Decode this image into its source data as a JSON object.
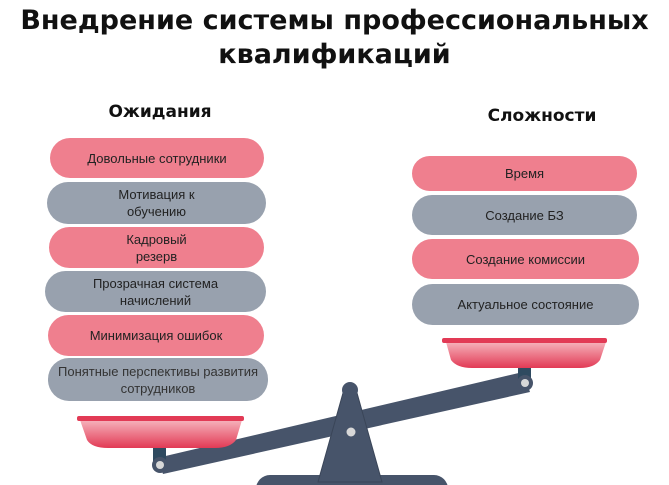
{
  "title": {
    "line1": "Внедрение системы профессиональных",
    "line2": "квалификаций"
  },
  "expectations": {
    "heading": "Ожидания",
    "items": [
      {
        "label": "Довольные сотрудники",
        "color": "#ef7f8e"
      },
      {
        "label": "Мотивация к обучению",
        "color": "#98a1ae"
      },
      {
        "label": "Кадровый резерв",
        "color": "#ef7f8e"
      },
      {
        "label": "Прозрачная система начислений",
        "color": "#98a1ae"
      },
      {
        "label": "Минимизация ошибок",
        "color": "#ef7f8e"
      },
      {
        "label": "Понятные перспективы развития сотрудников",
        "color": "#98a1ae"
      }
    ]
  },
  "difficulties": {
    "heading": "Сложности",
    "items": [
      {
        "label": "Время",
        "color": "#ef7f8e"
      },
      {
        "label": "Создание БЗ",
        "color": "#98a1ae"
      },
      {
        "label": "Создание комиссии",
        "color": "#ef7f8e"
      },
      {
        "label": "Актуальное состояние",
        "color": "#98a1ae"
      }
    ]
  },
  "colors": {
    "scale": "#47546a",
    "pan": "#e8485f"
  }
}
